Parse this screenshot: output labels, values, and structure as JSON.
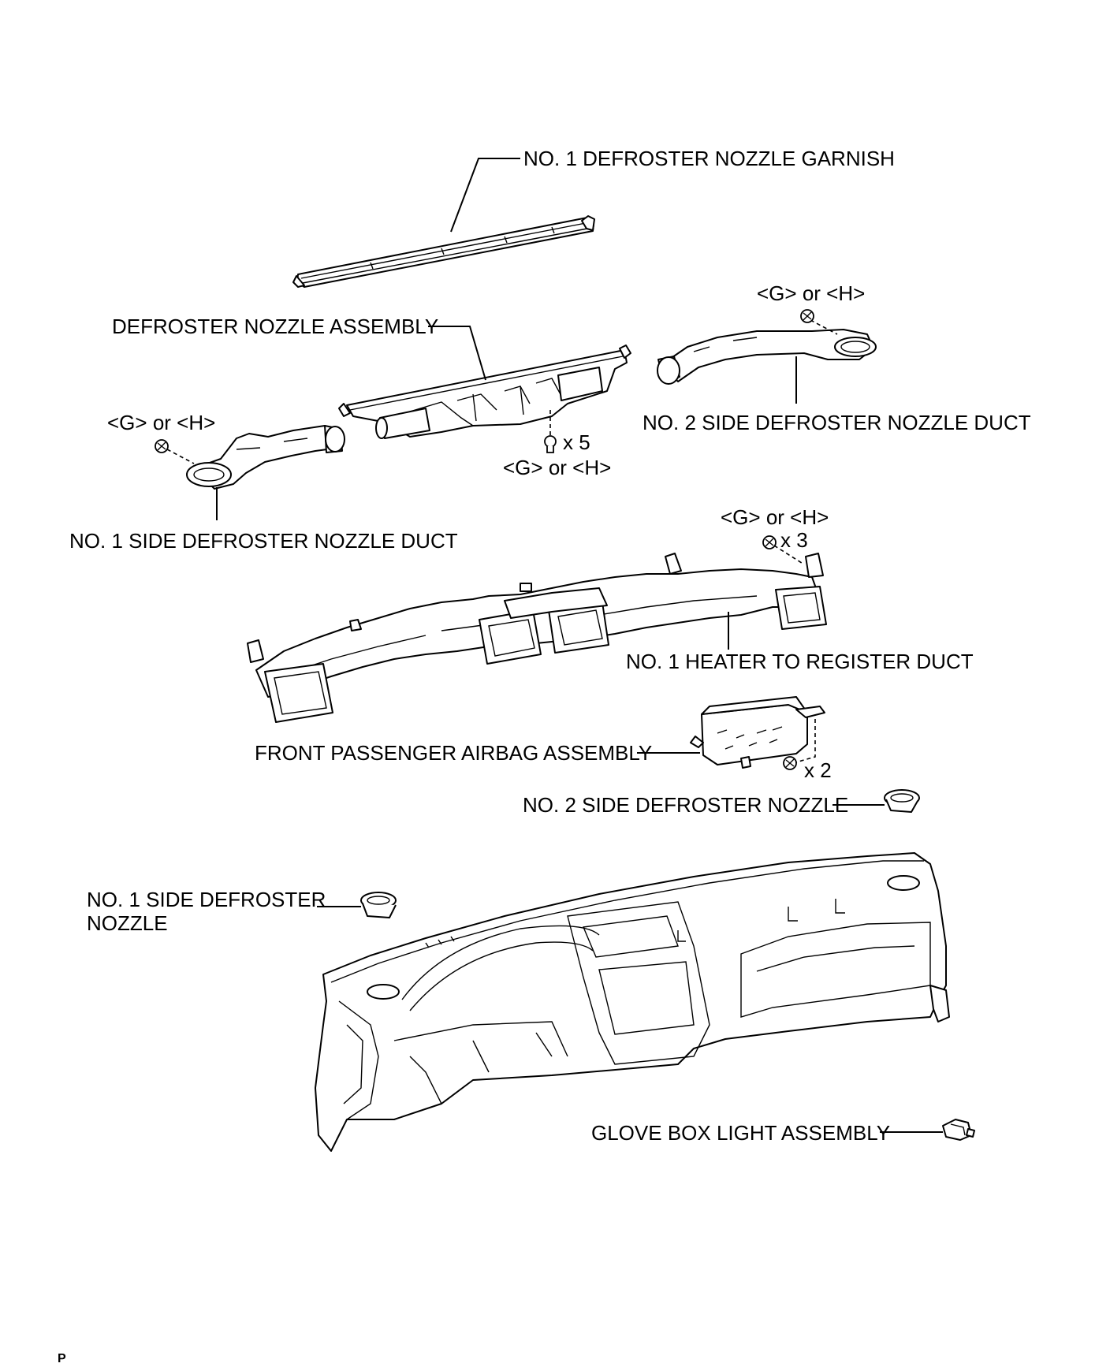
{
  "labels": {
    "garnish": "NO. 1 DEFROSTER NOZZLE GARNISH",
    "nozzle_assembly": "DEFROSTER NOZZLE ASSEMBLY",
    "side_duct_2": "NO. 2 SIDE DEFROSTER NOZZLE DUCT",
    "side_duct_1": "NO. 1 SIDE DEFROSTER NOZZLE DUCT",
    "heater_duct": "NO. 1 HEATER TO REGISTER DUCT",
    "airbag": "FRONT PASSENGER AIRBAG ASSEMBLY",
    "side_nozzle_2": "NO. 2 SIDE DEFROSTER NOZZLE",
    "side_nozzle_1_line1": "NO. 1 SIDE DEFROSTER",
    "side_nozzle_1_line2": "NOZZLE",
    "glove_box_light": "GLOVE BOX LIGHT ASSEMBLY"
  },
  "fasteners": {
    "screw_type": "<G> or <H>",
    "qty_defroster_assembly": "x 5",
    "qty_heater_duct": "x 3",
    "qty_airbag": "x 2"
  },
  "page_marker": "P"
}
